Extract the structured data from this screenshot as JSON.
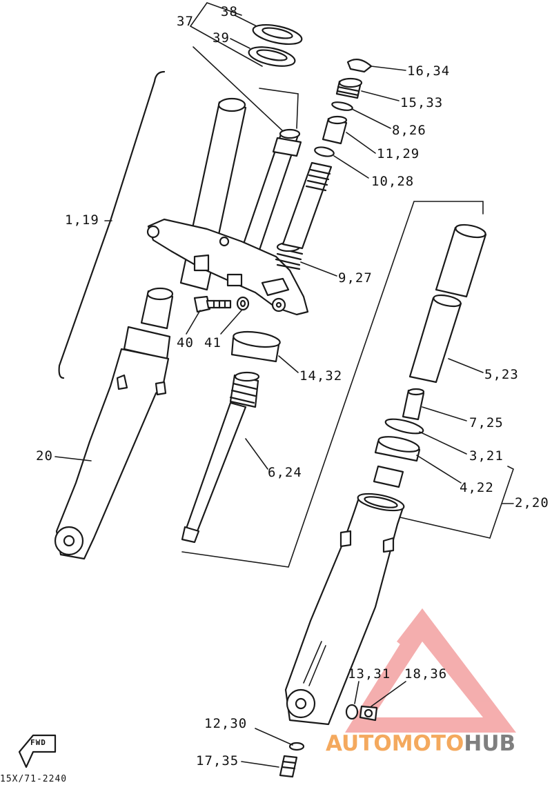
{
  "labels": {
    "l38": "38",
    "l37": "37",
    "l39": "39",
    "l16_34": "16,34",
    "l15_33": "15,33",
    "l8_26": "8,26",
    "l11_29": "11,29",
    "l10_28": "10,28",
    "l1_19": "1,19",
    "l9_27": "9,27",
    "l40": "40",
    "l41": "41",
    "l14_32": "14,32",
    "l5_23": "5,23",
    "l20": "20",
    "l7_25": "7,25",
    "l6_24": "6,24",
    "l3_21": "3,21",
    "l4_22": "4,22",
    "l2_20": "2,20",
    "l13_31": "13,31",
    "l18_36": "18,36",
    "l12_30": "12,30",
    "l17_35": "17,35"
  },
  "fwd": "FWD",
  "diagram_code": "15X/71-2240",
  "watermark": {
    "part1": "AUTOMOTO",
    "part2": "HUB",
    "color_orange": "#f4a95e",
    "color_gray": "#7f7f7f",
    "color_triangle": "#f3a0a0"
  }
}
